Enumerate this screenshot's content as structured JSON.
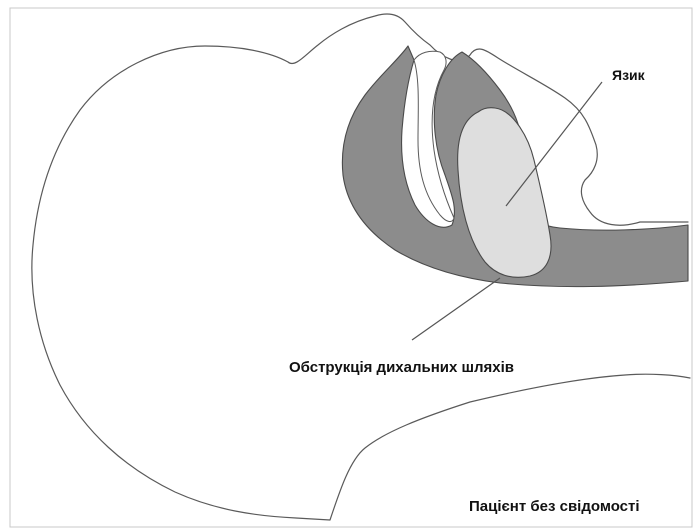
{
  "labels": {
    "tongue": "Язик",
    "obstruction": "Обструкція дихальних шляхів",
    "caption": "Пацієнт без свідомості"
  },
  "colors": {
    "background": "#ffffff",
    "outline": "#5a5a5a",
    "tissue_dark": "#8c8c8c",
    "tongue_light": "#dedede",
    "text": "#111111"
  }
}
